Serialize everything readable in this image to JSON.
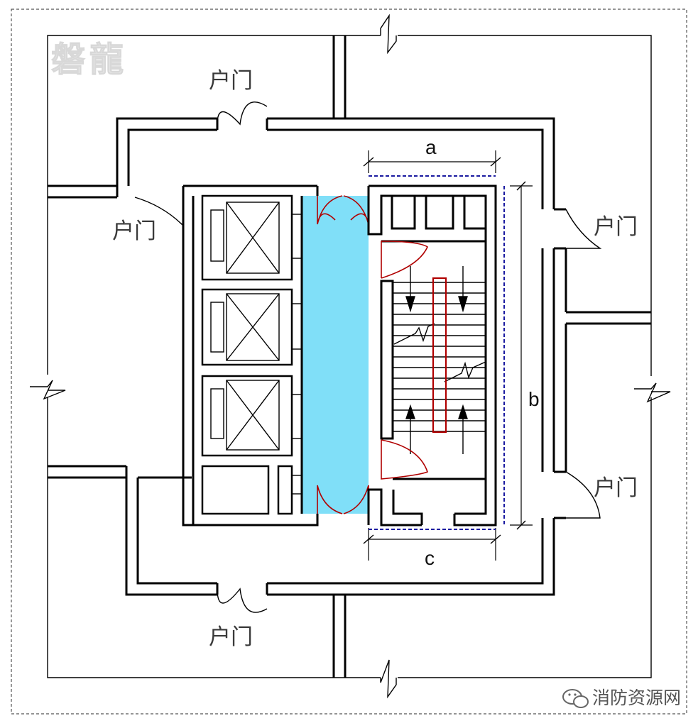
{
  "watermark": "磐龍",
  "door_label": "户门",
  "dimensions": {
    "a": "a",
    "b": "b",
    "c": "c"
  },
  "source": "消防资源网",
  "colors": {
    "corridor_fill": "#80dff8",
    "door_swing": "#b00000",
    "dimension_dash": "#1a1aa0",
    "frame_dash": "#555555",
    "wall": "#000000"
  },
  "icons": {
    "source_logo": "wechat-icon"
  }
}
